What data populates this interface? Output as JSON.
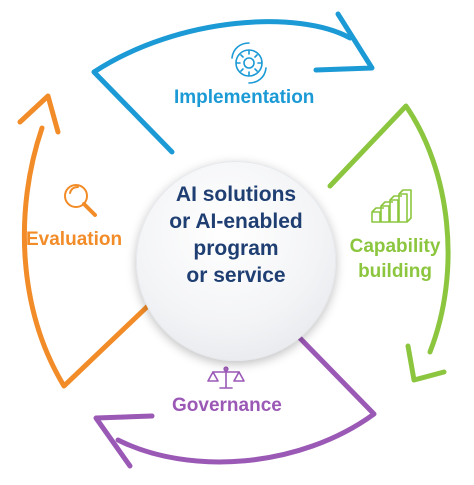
{
  "center": {
    "lines": [
      "AI solutions",
      "or AI-enabled",
      "program",
      "or service"
    ]
  },
  "stages": {
    "implementation": {
      "label": "Implementation",
      "color": "#1b9ad6",
      "icon": "gear-cycle-icon"
    },
    "capability": {
      "lines": [
        "Capability",
        "building"
      ],
      "color": "#8cc63f",
      "icon": "bar-chart-blocks-icon"
    },
    "governance": {
      "label": "Governance",
      "color": "#9b59b6",
      "icon": "scales-icon"
    },
    "evaluation": {
      "label": "Evaluation",
      "color": "#f28c28",
      "icon": "magnifier-icon"
    }
  },
  "center_text_color": "#1f3f73"
}
